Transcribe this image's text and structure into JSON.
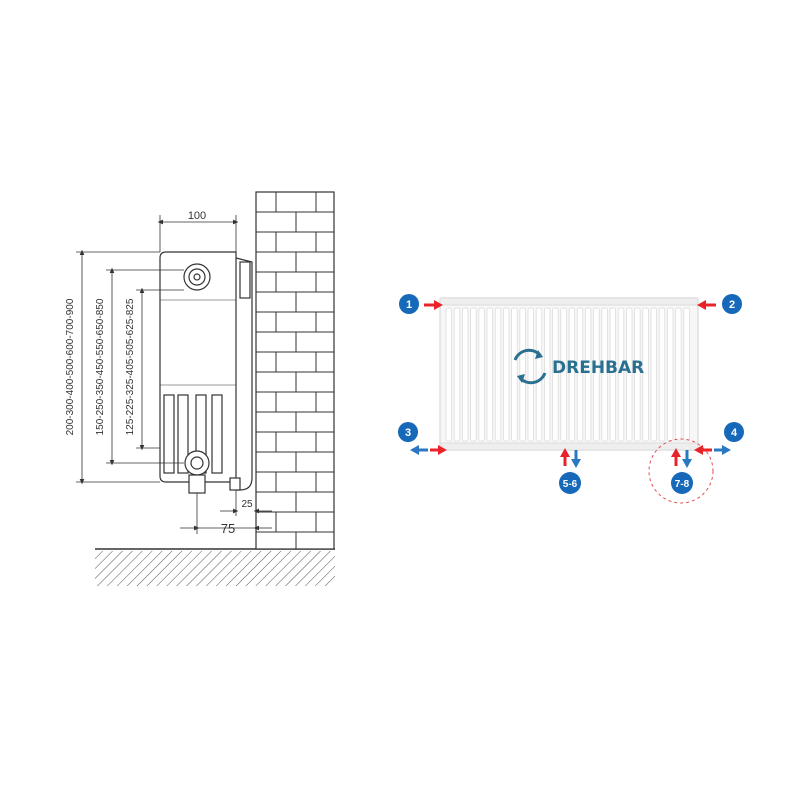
{
  "side_view": {
    "dim_width_top": "100",
    "dim_heights_outer": "200-300-400-500-600-700-900",
    "dim_heights_mid": "150-250-350-450-550-650-850",
    "dim_heights_inner": "125-225-325-405-505-625-825",
    "dim_wall_offset": "25",
    "dim_connection": "75"
  },
  "front_view": {
    "brand_text": "DREHBAR",
    "brand_icon": "rotate-arrows-icon",
    "connections": [
      {
        "label": "1"
      },
      {
        "label": "2"
      },
      {
        "label": "3"
      },
      {
        "label": "4"
      },
      {
        "label": "5-6"
      },
      {
        "label": "7-8"
      }
    ]
  },
  "colors": {
    "line": "#333333",
    "badge_blue": "#1668b8",
    "arrow_red": "#e8242a",
    "arrow_blue": "#2a78c2",
    "brand_teal": "#2a7090",
    "highlight_dashed": "#e05050"
  }
}
